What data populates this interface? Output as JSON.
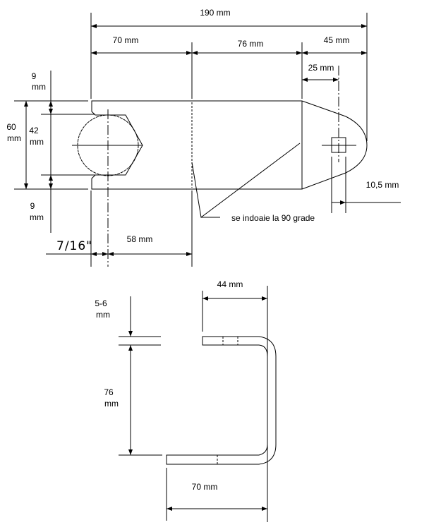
{
  "top_view": {
    "overall_length": "190 mm",
    "segment_1": "70 mm",
    "segment_2": "76 mm",
    "segment_3": "45 mm",
    "hole_offset": "25 mm",
    "hole_size": "10,5 mm",
    "margin_top": [
      "9",
      "mm"
    ],
    "width_total": [
      "60",
      "mm"
    ],
    "hex_width": [
      "42",
      "mm"
    ],
    "margin_bottom": [
      "9",
      "mm"
    ],
    "bolt_size": "7/16\"",
    "hex_offset": "58 mm",
    "bend_note": "se indoaie la 90 grade"
  },
  "side_view": {
    "top_flange": "44 mm",
    "thickness": [
      "5-6",
      "mm"
    ],
    "height": [
      "76",
      "mm"
    ],
    "bottom_flange": "70 mm"
  }
}
